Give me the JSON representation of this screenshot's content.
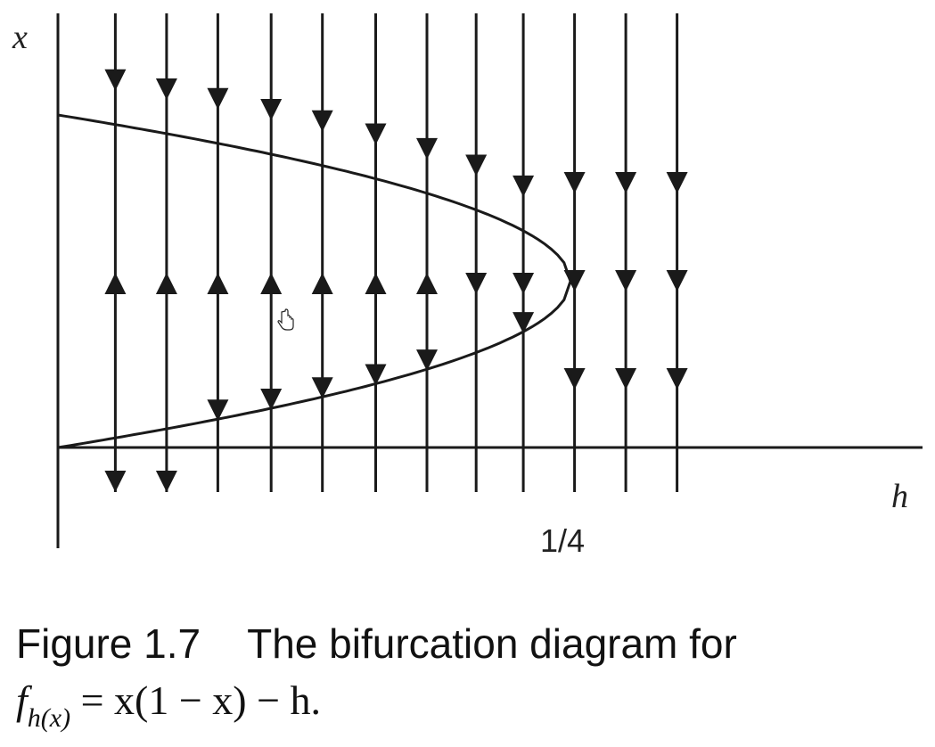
{
  "axes": {
    "x_label": "x",
    "h_label": "h",
    "tick_label": "1/4"
  },
  "caption": {
    "number": "Figure 1.7",
    "text": "The bifurcation diagram for",
    "formula": {
      "f": "f",
      "sub": "h(x)",
      "rhs": "= x(1 − x) − h."
    }
  },
  "flow_lines": [
    {
      "h": 0.028,
      "arrows": [
        "down",
        "up",
        "down"
      ]
    },
    {
      "h": 0.053,
      "arrows": [
        "down",
        "up",
        "down"
      ]
    },
    {
      "h": 0.078,
      "arrows": [
        "down",
        "up",
        "down"
      ]
    },
    {
      "h": 0.104,
      "arrows": [
        "down",
        "up",
        "down"
      ]
    },
    {
      "h": 0.129,
      "arrows": [
        "down",
        "up",
        "down"
      ]
    },
    {
      "h": 0.155,
      "arrows": [
        "down",
        "up",
        "down"
      ]
    },
    {
      "h": 0.18,
      "arrows": [
        "down",
        "up",
        "down"
      ]
    },
    {
      "h": 0.204,
      "arrows": [
        "down",
        "down"
      ]
    },
    {
      "h": 0.227,
      "arrows": [
        "down",
        "down",
        "down"
      ]
    },
    {
      "h": 0.252,
      "arrows": [
        "down",
        "down",
        "down"
      ]
    },
    {
      "h": 0.277,
      "arrows": [
        "down",
        "down",
        "down"
      ]
    },
    {
      "h": 0.302,
      "arrows": [
        "down",
        "down",
        "down"
      ]
    }
  ],
  "curve": "x = (1 ± sqrt(1 − 4h)) / 2",
  "colors": {
    "ink": "#1a1a1a"
  }
}
